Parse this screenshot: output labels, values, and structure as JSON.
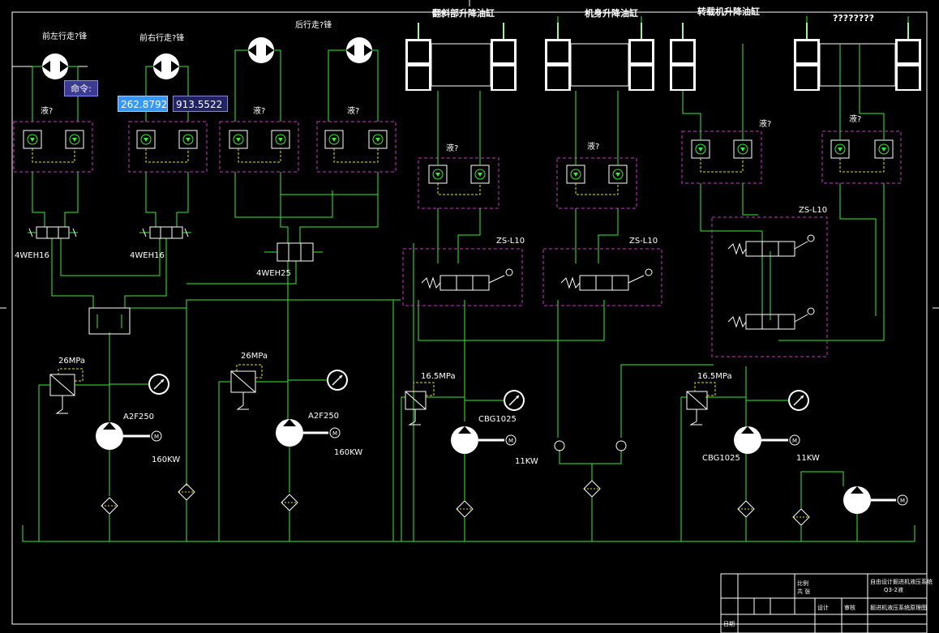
{
  "labels": {
    "front_left_motor": "前左行走?锋",
    "front_right_motor": "前右行走?锋",
    "rear_motor": "后行走?锋",
    "cyl1_title": "翻斜部升降油缸",
    "cyl2_title": "机身升降油缸",
    "cyl3_title": "转载机升降油缸",
    "cyl4_title": "????????",
    "lock_label": "液?",
    "valve_4weh16": "4WEH16",
    "valve_4weh25": "4WEH25",
    "valve_zsl10": "ZS-L10",
    "pressure_26": "26MPa",
    "pressure_165": "16.5MPa",
    "pump_a2f250": "A2F250",
    "pump_cbg1025": "CBG1025",
    "power_160": "160KW",
    "power_11": "11KW",
    "motor_symbol": "M"
  },
  "command_tooltip": {
    "label": "命令:"
  },
  "coordinate_input": {
    "x": "262.8792",
    "y": "913.5522"
  },
  "title_block": {
    "drawing_title": "自由设计掘进机液压系统",
    "drawing_no": "Q3-2液",
    "drawing_name": "掘进机液压系统原理图",
    "scale_label": "比例",
    "sheet_label": "共 张",
    "designer_label": "设计",
    "checker_label": "审核",
    "date_label": "日期"
  },
  "colors": {
    "line": "#33ee33",
    "dash_box": "#cc33cc",
    "dash_yellow": "#e6e600",
    "symbol": "#ffffff",
    "frame": "#ffffff"
  }
}
